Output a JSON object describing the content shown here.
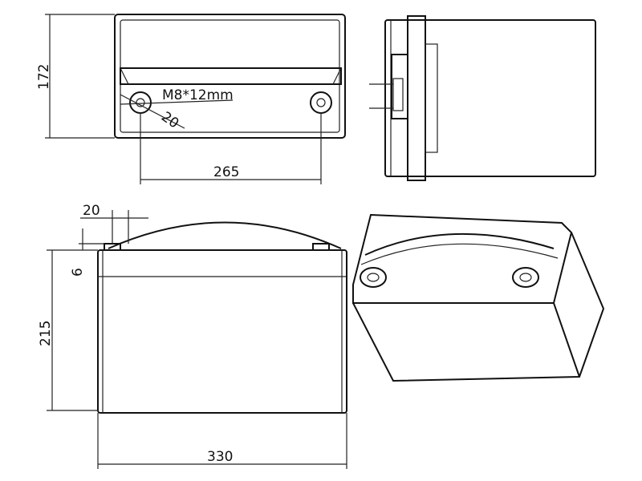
{
  "top_view": {
    "height_dim": "172",
    "terminal_spec": "M8*12mm",
    "terminal_dia": "20",
    "terminal_spacing": "265"
  },
  "front_view": {
    "terminal_width": "20",
    "terminal_height": "6",
    "height_dim": "215",
    "length_dim": "330"
  }
}
